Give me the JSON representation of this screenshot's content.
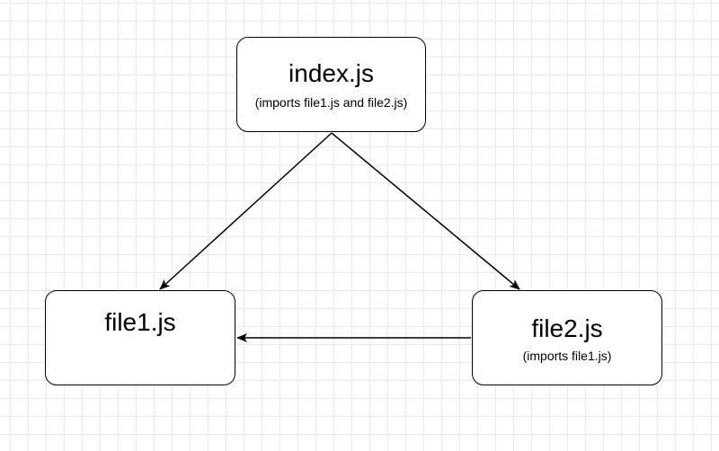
{
  "diagram": {
    "nodes": {
      "index": {
        "title": "index.js",
        "subtitle": "(imports file1.js and file2.js)"
      },
      "file1": {
        "title": "file1.js"
      },
      "file2": {
        "title": "file2.js",
        "subtitle": "(imports file1.js)"
      }
    },
    "edges": [
      {
        "from": "index.js",
        "to": "file1.js"
      },
      {
        "from": "index.js",
        "to": "file2.js"
      },
      {
        "from": "file2.js",
        "to": "file1.js"
      }
    ],
    "colors": {
      "stroke": "#000000",
      "node_fill": "#ffffff",
      "grid": "#e9e9e9"
    }
  }
}
